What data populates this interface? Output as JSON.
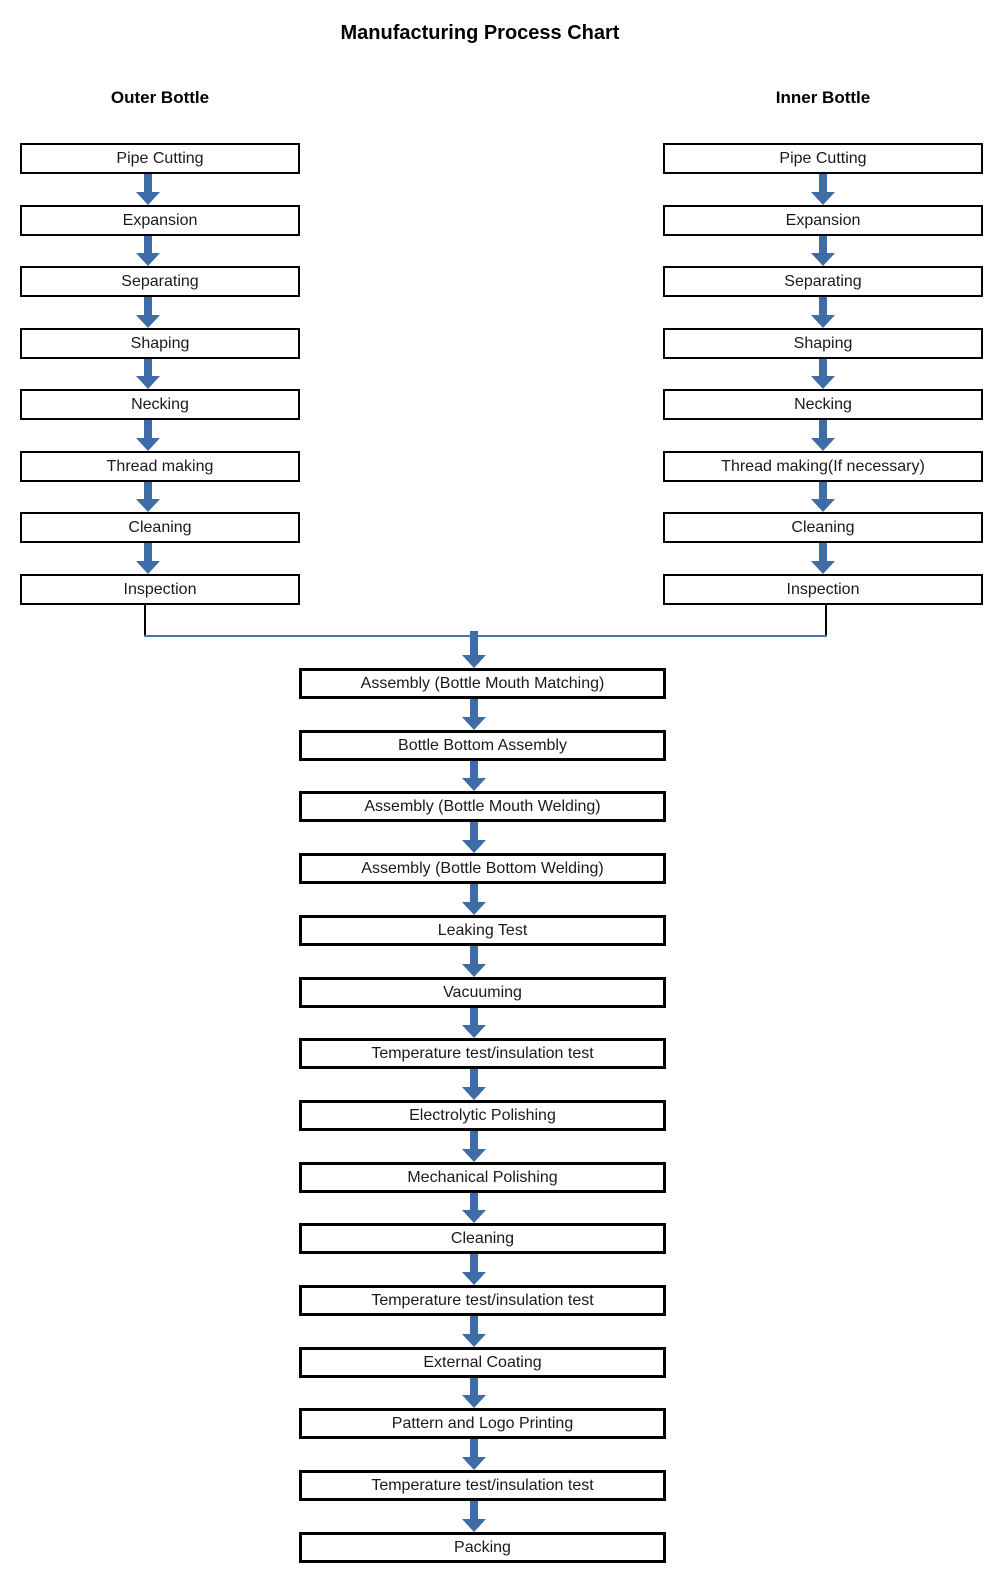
{
  "title": "Manufacturing Process Chart",
  "colors": {
    "arrow": "#3e6ca6",
    "connector_line": "#4472b4",
    "box_border": "#000000",
    "box_fill": "#ffffff",
    "text": "#1a1a1a"
  },
  "columns": {
    "outer": {
      "header": "Outer Bottle",
      "steps": [
        "Pipe Cutting",
        "Expansion",
        "Separating",
        "Shaping",
        "Necking",
        "Thread making",
        "Cleaning",
        "Inspection"
      ]
    },
    "inner": {
      "header": "Inner Bottle",
      "steps": [
        "Pipe Cutting",
        "Expansion",
        "Separating",
        "Shaping",
        "Necking",
        "Thread making(If necessary)",
        "Cleaning",
        "Inspection"
      ]
    },
    "main": {
      "steps": [
        "Assembly (Bottle Mouth Matching)",
        "Bottle Bottom Assembly",
        "Assembly (Bottle Mouth Welding)",
        "Assembly (Bottle Bottom Welding)",
        "Leaking Test",
        "Vacuuming",
        "Temperature test/insulation test",
        "Electrolytic Polishing",
        "Mechanical Polishing",
        "Cleaning",
        "Temperature test/insulation test",
        "External Coating",
        "Pattern and Logo Printing",
        "Temperature test/insulation test",
        "Packing"
      ]
    }
  }
}
